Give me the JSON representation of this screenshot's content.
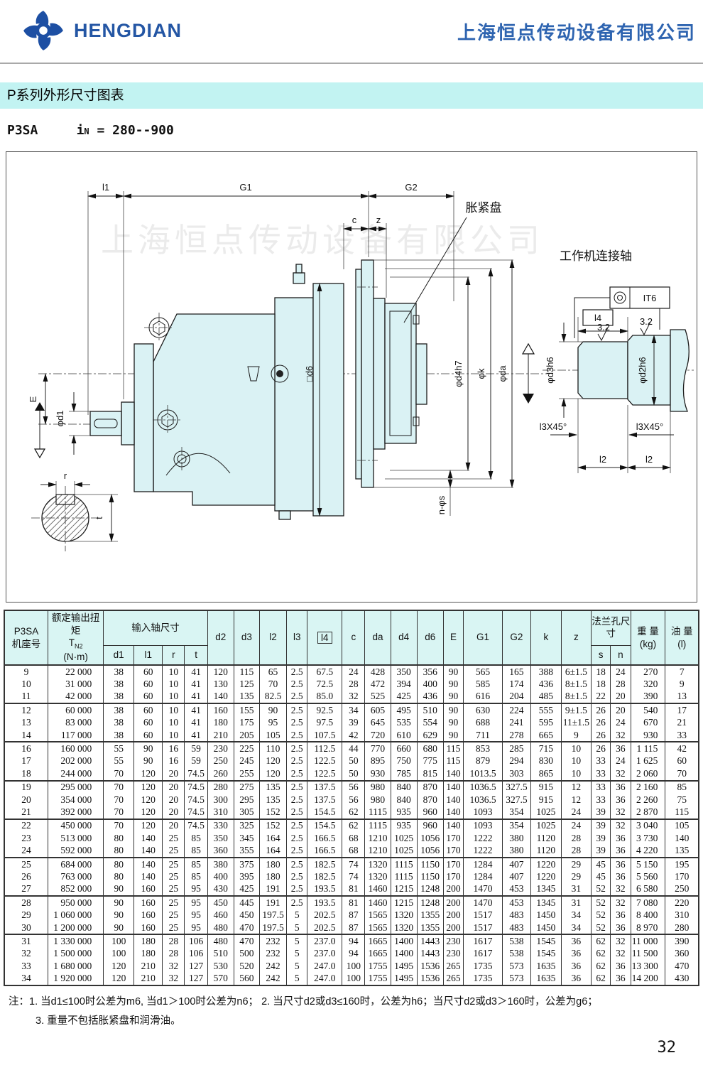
{
  "header": {
    "logo_text": "HENGDIAN",
    "company": "上海恒点传动设备有限公司",
    "brand_blue": "#2456a4",
    "company_blue": "#2e64b0"
  },
  "title_bar": "P系列外形尺寸图表",
  "subtitle": {
    "model": "P3SA",
    "ratio_prefix": "i",
    "ratio_sub": "N",
    "ratio_rest": " = 280--900"
  },
  "diagram": {
    "fill_color": "#daf2f4",
    "labels": {
      "dim_l1": "l1",
      "dim_g1": "G1",
      "dim_g2": "G2",
      "dim_c": "c",
      "dim_z": "z",
      "expansion_disc": "胀紧盘",
      "work_shaft": "工作机连接轴",
      "it6": "IT6",
      "dim_l4": "l4",
      "roughness": "3.2",
      "dia_d3": "φd3h6",
      "dia_d2": "φd2h6",
      "chamfer": "l3X45°",
      "dim_l2": "l2",
      "dia_d4": "φd4h7",
      "dia_k": "φk",
      "dia_da": "φda",
      "dia_d6": "□d6",
      "dia_d1": "φd1",
      "dim_e": "E",
      "dim_r": "r",
      "dim_t": "t",
      "bolt_holes": "n-φs",
      "watermark": "上海恒点传动设备有限公司"
    }
  },
  "table": {
    "head": {
      "col1_line1": "P3SA",
      "col1_line2": "机座号",
      "torque_line1": "额定输出扭矩",
      "torque_t": "T",
      "torque_sub": "N2",
      "torque_unit": "(N·m)",
      "input_group": "输入轴尺寸",
      "d1": "d1",
      "l1": "l1",
      "r": "r",
      "t": "t",
      "d2": "d2",
      "d3": "d3",
      "l2": "l2",
      "l3": "l3",
      "l4": "l4",
      "c": "c",
      "da": "da",
      "d4": "d4",
      "d6": "d6",
      "E": "E",
      "G1": "G1",
      "G2": "G2",
      "k": "k",
      "z": "z",
      "flange_group": "法兰孔尺寸",
      "s": "s",
      "n": "n",
      "weight_line1": "重 量",
      "weight_line2": "(kg)",
      "oil_line1": "油 量",
      "oil_line2": "(l)"
    },
    "group_starts": [
      "12",
      "16",
      "19",
      "22",
      "25",
      "28",
      "31"
    ],
    "rows": [
      [
        "9",
        "22 000",
        "38",
        "60",
        "10",
        "41",
        "120",
        "115",
        "65",
        "2.5",
        "67.5",
        "24",
        "428",
        "350",
        "356",
        "90",
        "565",
        "165",
        "388",
        "6±1.5",
        "18",
        "24",
        "270",
        "7"
      ],
      [
        "10",
        "31 000",
        "38",
        "60",
        "10",
        "41",
        "130",
        "125",
        "70",
        "2.5",
        "72.5",
        "28",
        "472",
        "394",
        "400",
        "90",
        "585",
        "174",
        "436",
        "8±1.5",
        "18",
        "28",
        "320",
        "9"
      ],
      [
        "11",
        "42 000",
        "38",
        "60",
        "10",
        "41",
        "140",
        "135",
        "82.5",
        "2.5",
        "85.0",
        "32",
        "525",
        "425",
        "436",
        "90",
        "616",
        "204",
        "485",
        "8±1.5",
        "22",
        "20",
        "390",
        "13"
      ],
      [
        "12",
        "60 000",
        "38",
        "60",
        "10",
        "41",
        "160",
        "155",
        "90",
        "2.5",
        "92.5",
        "34",
        "605",
        "495",
        "510",
        "90",
        "630",
        "224",
        "555",
        "9±1.5",
        "26",
        "20",
        "540",
        "17"
      ],
      [
        "13",
        "83 000",
        "38",
        "60",
        "10",
        "41",
        "180",
        "175",
        "95",
        "2.5",
        "97.5",
        "39",
        "645",
        "535",
        "554",
        "90",
        "688",
        "241",
        "595",
        "11±1.5",
        "26",
        "24",
        "670",
        "21"
      ],
      [
        "14",
        "117 000",
        "38",
        "60",
        "10",
        "41",
        "210",
        "205",
        "105",
        "2.5",
        "107.5",
        "42",
        "720",
        "610",
        "629",
        "90",
        "711",
        "278",
        "665",
        "9",
        "26",
        "32",
        "930",
        "33"
      ],
      [
        "16",
        "160 000",
        "55",
        "90",
        "16",
        "59",
        "230",
        "225",
        "110",
        "2.5",
        "112.5",
        "44",
        "770",
        "660",
        "680",
        "115",
        "853",
        "285",
        "715",
        "10",
        "26",
        "36",
        "1 115",
        "42"
      ],
      [
        "17",
        "202 000",
        "55",
        "90",
        "16",
        "59",
        "250",
        "245",
        "120",
        "2.5",
        "122.5",
        "50",
        "895",
        "750",
        "775",
        "115",
        "879",
        "294",
        "830",
        "10",
        "33",
        "24",
        "1 625",
        "60"
      ],
      [
        "18",
        "244 000",
        "70",
        "120",
        "20",
        "74.5",
        "260",
        "255",
        "120",
        "2.5",
        "122.5",
        "50",
        "930",
        "785",
        "815",
        "140",
        "1013.5",
        "303",
        "865",
        "10",
        "33",
        "32",
        "2 060",
        "70"
      ],
      [
        "19",
        "295 000",
        "70",
        "120",
        "20",
        "74.5",
        "280",
        "275",
        "135",
        "2.5",
        "137.5",
        "56",
        "980",
        "840",
        "870",
        "140",
        "1036.5",
        "327.5",
        "915",
        "12",
        "33",
        "36",
        "2 160",
        "85"
      ],
      [
        "20",
        "354 000",
        "70",
        "120",
        "20",
        "74.5",
        "300",
        "295",
        "135",
        "2.5",
        "137.5",
        "56",
        "980",
        "840",
        "870",
        "140",
        "1036.5",
        "327.5",
        "915",
        "12",
        "33",
        "36",
        "2 260",
        "75"
      ],
      [
        "21",
        "392 000",
        "70",
        "120",
        "20",
        "74.5",
        "310",
        "305",
        "152",
        "2.5",
        "154.5",
        "62",
        "1115",
        "935",
        "960",
        "140",
        "1093",
        "354",
        "1025",
        "24",
        "39",
        "32",
        "2 870",
        "115"
      ],
      [
        "22",
        "450 000",
        "70",
        "120",
        "20",
        "74.5",
        "330",
        "325",
        "152",
        "2.5",
        "154.5",
        "62",
        "1115",
        "935",
        "960",
        "140",
        "1093",
        "354",
        "1025",
        "24",
        "39",
        "32",
        "3 040",
        "105"
      ],
      [
        "23",
        "513 000",
        "80",
        "140",
        "25",
        "85",
        "350",
        "345",
        "164",
        "2.5",
        "166.5",
        "68",
        "1210",
        "1025",
        "1056",
        "170",
        "1222",
        "380",
        "1120",
        "28",
        "39",
        "36",
        "3 730",
        "140"
      ],
      [
        "24",
        "592 000",
        "80",
        "140",
        "25",
        "85",
        "360",
        "355",
        "164",
        "2.5",
        "166.5",
        "68",
        "1210",
        "1025",
        "1056",
        "170",
        "1222",
        "380",
        "1120",
        "28",
        "39",
        "36",
        "4 220",
        "135"
      ],
      [
        "25",
        "684 000",
        "80",
        "140",
        "25",
        "85",
        "380",
        "375",
        "180",
        "2.5",
        "182.5",
        "74",
        "1320",
        "1115",
        "1150",
        "170",
        "1284",
        "407",
        "1220",
        "29",
        "45",
        "36",
        "5 150",
        "195"
      ],
      [
        "26",
        "763 000",
        "80",
        "140",
        "25",
        "85",
        "400",
        "395",
        "180",
        "2.5",
        "182.5",
        "74",
        "1320",
        "1115",
        "1150",
        "170",
        "1284",
        "407",
        "1220",
        "29",
        "45",
        "36",
        "5 560",
        "170"
      ],
      [
        "27",
        "852 000",
        "90",
        "160",
        "25",
        "95",
        "430",
        "425",
        "191",
        "2.5",
        "193.5",
        "81",
        "1460",
        "1215",
        "1248",
        "200",
        "1470",
        "453",
        "1345",
        "31",
        "52",
        "32",
        "6 580",
        "250"
      ],
      [
        "28",
        "950 000",
        "90",
        "160",
        "25",
        "95",
        "450",
        "445",
        "191",
        "2.5",
        "193.5",
        "81",
        "1460",
        "1215",
        "1248",
        "200",
        "1470",
        "453",
        "1345",
        "31",
        "52",
        "32",
        "7 080",
        "220"
      ],
      [
        "29",
        "1 060 000",
        "90",
        "160",
        "25",
        "95",
        "460",
        "450",
        "197.5",
        "5",
        "202.5",
        "87",
        "1565",
        "1320",
        "1355",
        "200",
        "1517",
        "483",
        "1450",
        "34",
        "52",
        "36",
        "8 400",
        "310"
      ],
      [
        "30",
        "1 200 000",
        "90",
        "160",
        "25",
        "95",
        "480",
        "470",
        "197.5",
        "5",
        "202.5",
        "87",
        "1565",
        "1320",
        "1355",
        "200",
        "1517",
        "483",
        "1450",
        "34",
        "52",
        "36",
        "8 970",
        "280"
      ],
      [
        "31",
        "1 330 000",
        "100",
        "180",
        "28",
        "106",
        "480",
        "470",
        "232",
        "5",
        "237.0",
        "94",
        "1665",
        "1400",
        "1443",
        "230",
        "1617",
        "538",
        "1545",
        "36",
        "62",
        "32",
        "11 000",
        "390"
      ],
      [
        "32",
        "1 500 000",
        "100",
        "180",
        "28",
        "106",
        "510",
        "500",
        "232",
        "5",
        "237.0",
        "94",
        "1665",
        "1400",
        "1443",
        "230",
        "1617",
        "538",
        "1545",
        "36",
        "62",
        "32",
        "11 500",
        "360"
      ],
      [
        "33",
        "1 680 000",
        "120",
        "210",
        "32",
        "127",
        "530",
        "520",
        "242",
        "5",
        "247.0",
        "100",
        "1755",
        "1495",
        "1536",
        "265",
        "1735",
        "573",
        "1635",
        "36",
        "62",
        "36",
        "13 300",
        "470"
      ],
      [
        "34",
        "1 920 000",
        "120",
        "210",
        "32",
        "127",
        "570",
        "560",
        "242",
        "5",
        "247.0",
        "100",
        "1755",
        "1495",
        "1536",
        "265",
        "1735",
        "573",
        "1635",
        "36",
        "62",
        "36",
        "14 200",
        "430"
      ]
    ]
  },
  "notes": {
    "line1": "注：1. 当d1≤100时公差为m6, 当d1＞100时公差为n6；  2. 当尺寸d2或d3≤160时，公差为h6；当尺寸d2或d3＞160时，公差为g6；",
    "line2": "3. 重量不包括胀紧盘和润滑油。"
  },
  "page_number": "32"
}
